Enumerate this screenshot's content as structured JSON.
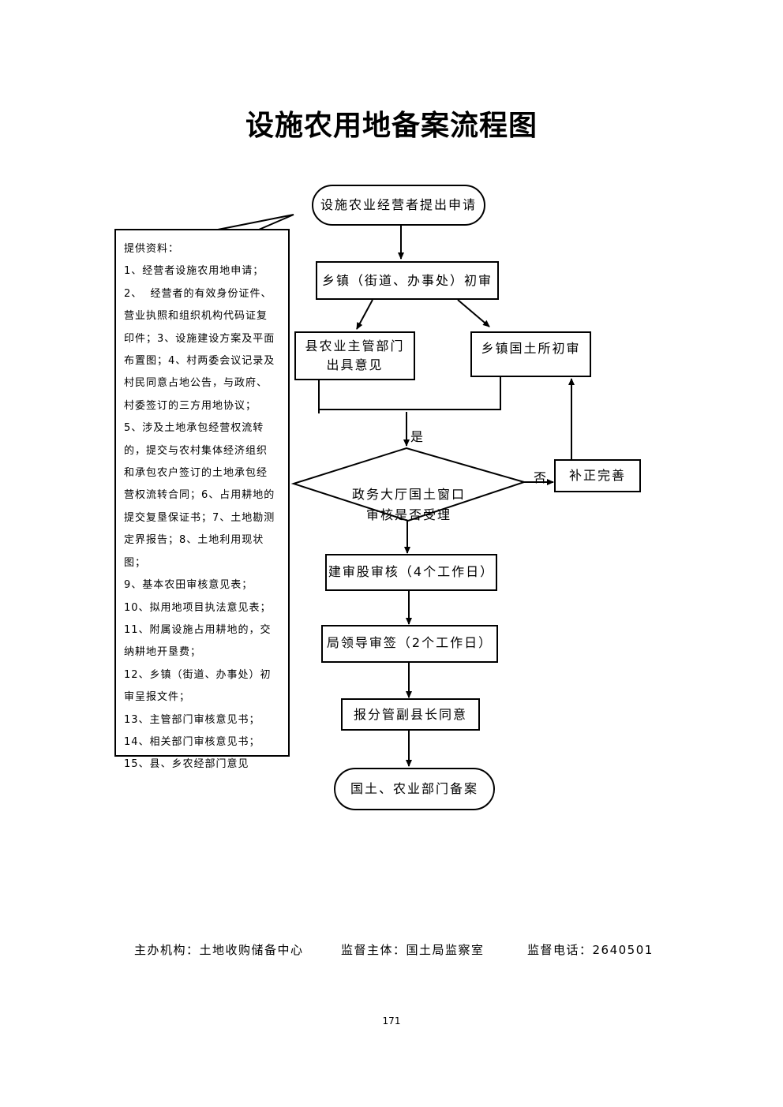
{
  "title": "设施农用地备案流程图",
  "nodes": {
    "start": "设施农业经营者提出申请",
    "township_review": "乡镇（街道、办事处）初审",
    "county_agri": "县农业主管部门\n出具意见",
    "township_land": "乡镇国土所初审",
    "decision": "政务大厅国土窗口\n审核是否受理",
    "supplement": "补正完善",
    "construction_review": "建审股审核（4个工作日）",
    "bureau_sign": "局领导审签（2个工作日）",
    "deputy_approve": "报分管副县长同意",
    "end": "国土、农业部门备案"
  },
  "labels": {
    "yes": "是",
    "no": "否"
  },
  "materials": {
    "heading": "提供资料：",
    "lines": [
      "1、经营者设施农用地申请；",
      "2、  经营者的有效身份证件、",
      "营业执照和组织机构代码证复",
      "印件；3、设施建设方案及平面",
      "布置图；4、村两委会议记录及",
      "村民同意占地公告，与政府、",
      "村委签订的三方用地协议；",
      "5、涉及土地承包经营权流转",
      "的，提交与农村集体经济组织",
      "和承包农户签订的土地承包经",
      "营权流转合同；6、占用耕地的",
      "提交复垦保证书；7、土地勘测",
      "定界报告；8、土地利用现状图；",
      "9、基本农田审核意见表；",
      "10、拟用地项目执法意见表；",
      "11、附属设施占用耕地的，交",
      "纳耕地开垦费；",
      "12、乡镇（街道、办事处）初",
      "审呈报文件；",
      "13、主管部门审核意见书；",
      "14、相关部门审核意见书；",
      "15、县、乡农经部门意见"
    ]
  },
  "footer": {
    "organizer": "主办机构：土地收购储备中心",
    "supervisor": "监督主体：国土局监察室",
    "phone": "监督电话：2640501"
  },
  "page_number": "171"
}
